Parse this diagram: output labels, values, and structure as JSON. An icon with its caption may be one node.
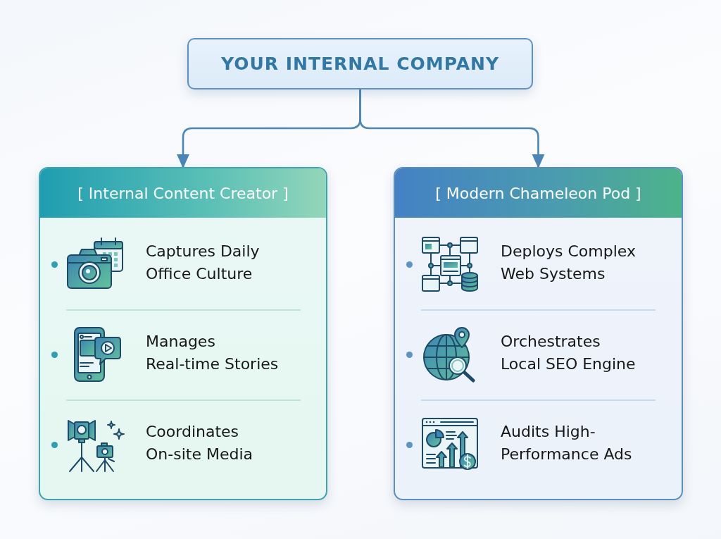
{
  "diagram": {
    "nodes": [
      {
        "text": [
          "YOUR INTERNAL COMPANY"
        ]
      },
      {
        "text": [
          "[ Internal Content Creator ]",
          "Captures Daily Office Culture",
          "Manages Real-time Stories",
          "Coordinates On-site Media"
        ]
      },
      {
        "text": [
          "[ Modern Chameleon Pod ]",
          "Deploys Complex Web Systems",
          "Orchestrates Local SEO Engine",
          "Audits High-Performance Ads"
        ]
      }
    ],
    "edges": [
      {
        "from": 0,
        "to": 1,
        "arrow": "to"
      },
      {
        "from": 0,
        "to": 2,
        "arrow": "to"
      }
    ]
  }
}
